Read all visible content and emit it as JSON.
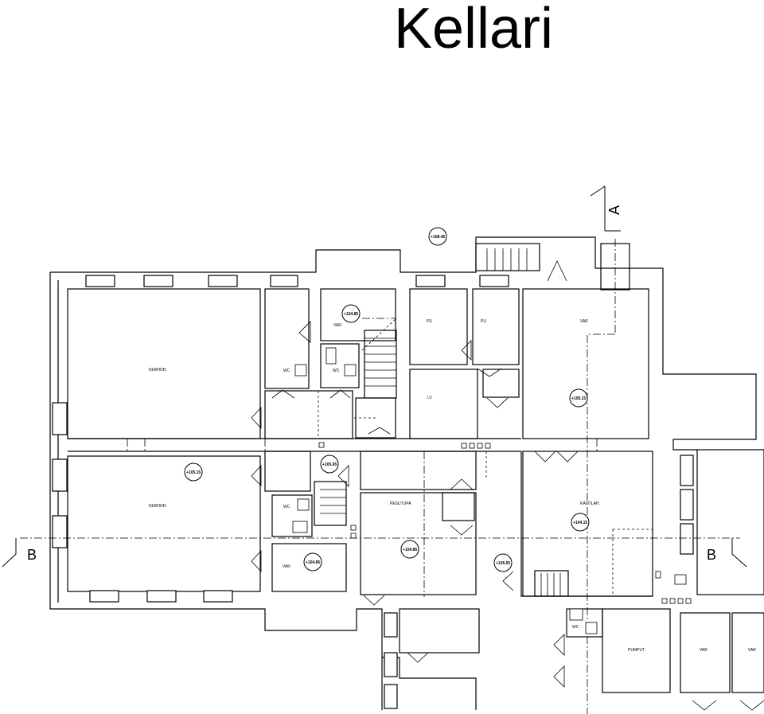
{
  "title": "Kellari",
  "rooms": {
    "kerhohuone_1": "KERHOH.",
    "kerhohuone_2": "KERHOH.",
    "var_1": "VAR",
    "wc_1": "WC",
    "wc_2": "WC",
    "wc_3": "WC",
    "wc_4": "WC",
    "ps": "PS",
    "pu": "PU",
    "lv": "LV",
    "var_2": "VAR",
    "var_3": "VAR",
    "pesutupa": "PESUTUPA",
    "kattilahuone": "KATTILAH.",
    "pumput": "PUMPUT",
    "var_4": "VAR",
    "var_5": "VAR"
  },
  "levels": {
    "l1": "+108.45",
    "l2": "+104.85",
    "l3": "+105.15",
    "l4": "+105.15",
    "l5": "+105.65",
    "l6": "+104.85",
    "l7": "+104.85",
    "l8": "+104.15",
    "l9": "+105.65"
  },
  "sections": {
    "a": "A",
    "b_left": "B",
    "b_right": "B"
  }
}
